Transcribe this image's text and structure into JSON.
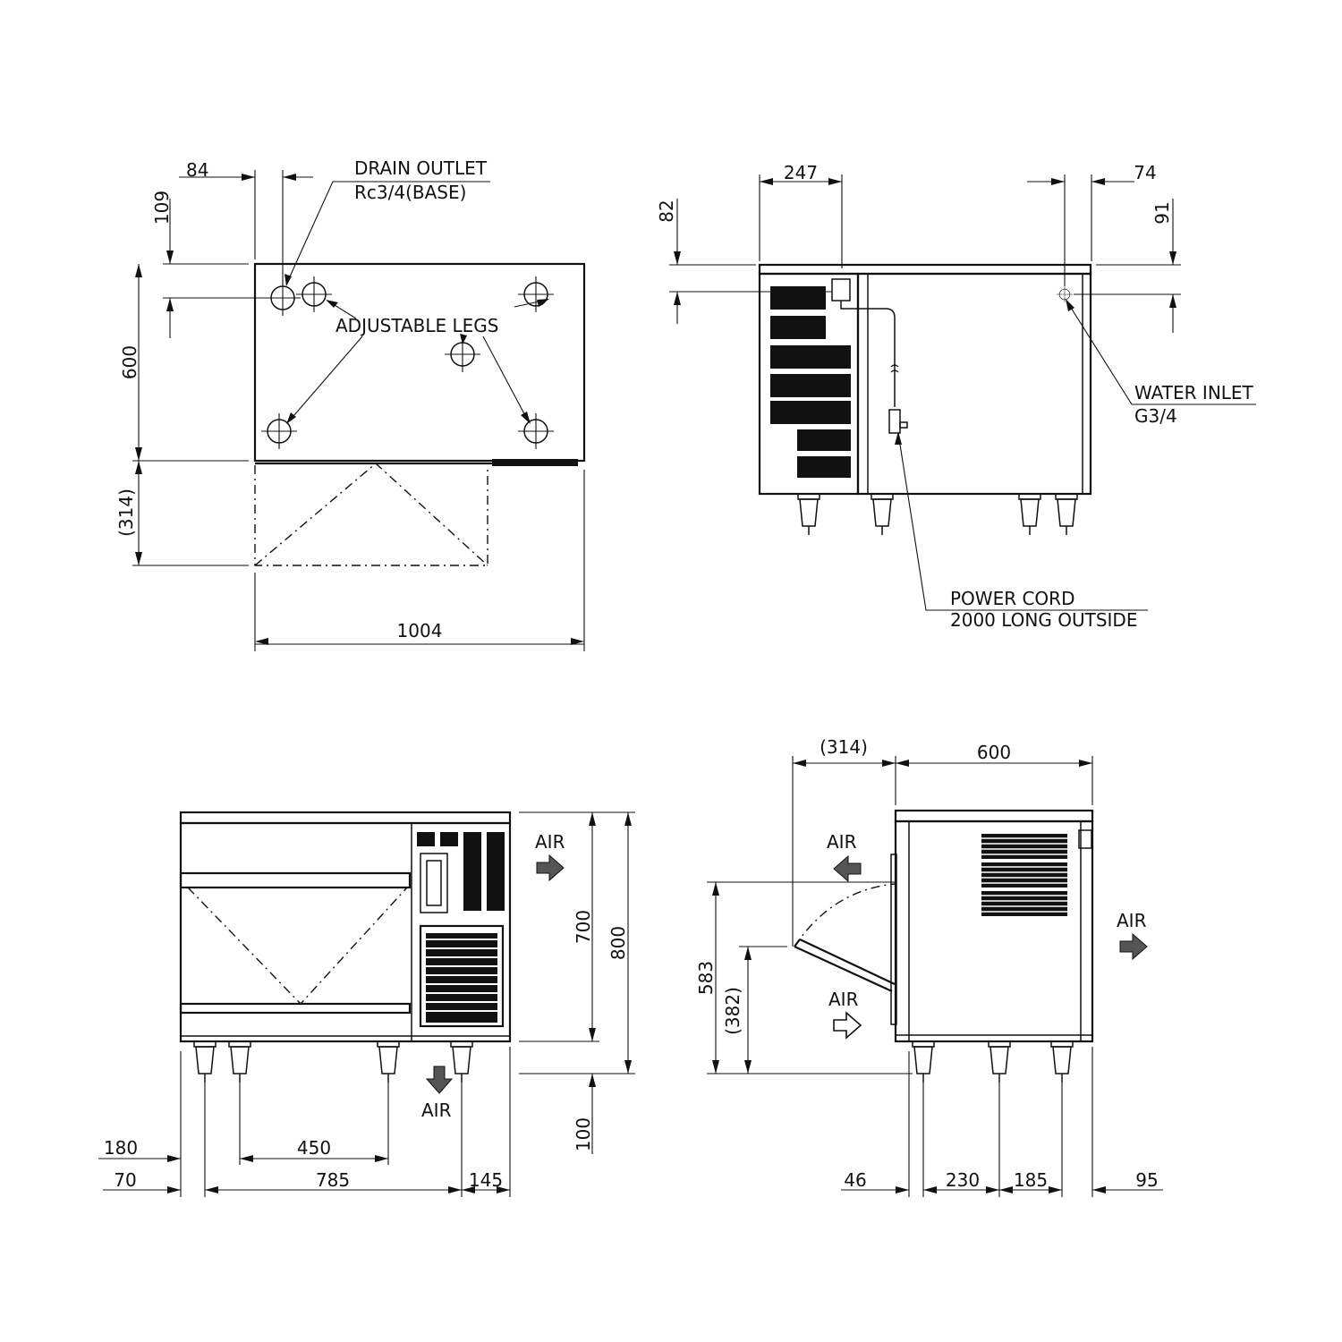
{
  "top_view": {
    "dim_84": "84",
    "dim_109": "109",
    "dim_600": "600",
    "dim_314": "(314)",
    "dim_1004": "1004",
    "drain_outlet": "DRAIN OUTLET",
    "drain_spec": "Rc3/4(BASE)",
    "adjustable_legs": "ADJUSTABLE LEGS"
  },
  "rear_view": {
    "dim_247": "247",
    "dim_74": "74",
    "dim_82": "82",
    "dim_91": "91",
    "water_inlet": "WATER INLET",
    "water_spec": "G3/4",
    "power_cord": "POWER CORD",
    "power_cord_spec": "2000 LONG OUTSIDE"
  },
  "front_view": {
    "air": "AIR",
    "dim_700": "700",
    "dim_800": "800",
    "dim_100": "100",
    "dim_180": "180",
    "dim_450": "450",
    "dim_70": "70",
    "dim_785": "785",
    "dim_145": "145"
  },
  "side_view": {
    "air": "AIR",
    "dim_314": "(314)",
    "dim_600": "600",
    "dim_583": "583",
    "dim_382": "(382)",
    "dim_46": "46",
    "dim_230": "230",
    "dim_185": "185",
    "dim_95": "95"
  }
}
